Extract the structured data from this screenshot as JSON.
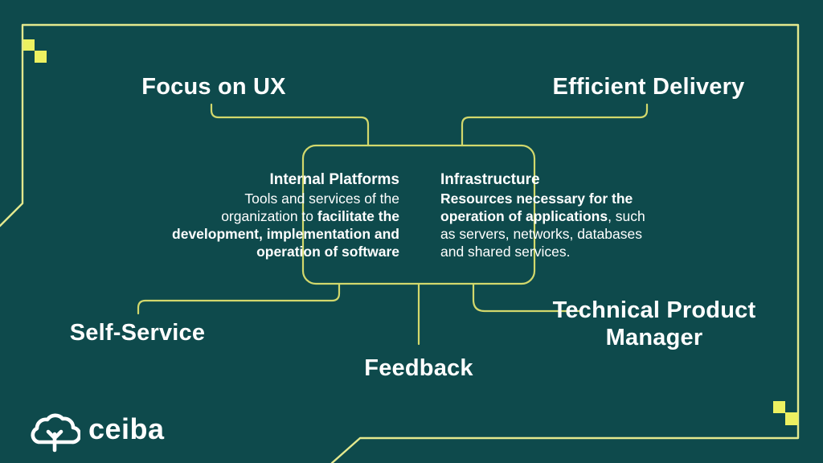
{
  "colors": {
    "background": "#0e4a4c",
    "frame_line": "#e4e98e",
    "connector_line": "#d2d86c",
    "accent_square": "#edf161",
    "text": "#ffffff"
  },
  "nodes": {
    "focus_ux": "Focus on UX",
    "efficient_delivery": "Efficient Delivery",
    "self_service": "Self-Service",
    "feedback": "Feedback",
    "technical_product_manager": "Technical Product Manager"
  },
  "panels": {
    "internal_platforms": {
      "title": "Internal Platforms",
      "lines": [
        [
          {
            "t": "Tools and services of the",
            "b": false
          }
        ],
        [
          {
            "t": "organization to ",
            "b": false
          },
          {
            "t": "facilitate the",
            "b": true
          }
        ],
        [
          {
            "t": "development, implementation and",
            "b": true
          }
        ],
        [
          {
            "t": "operation of software",
            "b": true
          }
        ]
      ]
    },
    "infrastructure": {
      "title": "Infrastructure",
      "lines": [
        [
          {
            "t": "Resources necessary for the",
            "b": true
          }
        ],
        [
          {
            "t": "operation of applications",
            "b": true
          },
          {
            "t": ", such",
            "b": false
          }
        ],
        [
          {
            "t": "as servers, networks, databases",
            "b": false
          }
        ],
        [
          {
            "t": "and shared services.",
            "b": false
          }
        ]
      ]
    }
  },
  "logo": {
    "text": "ceiba"
  }
}
